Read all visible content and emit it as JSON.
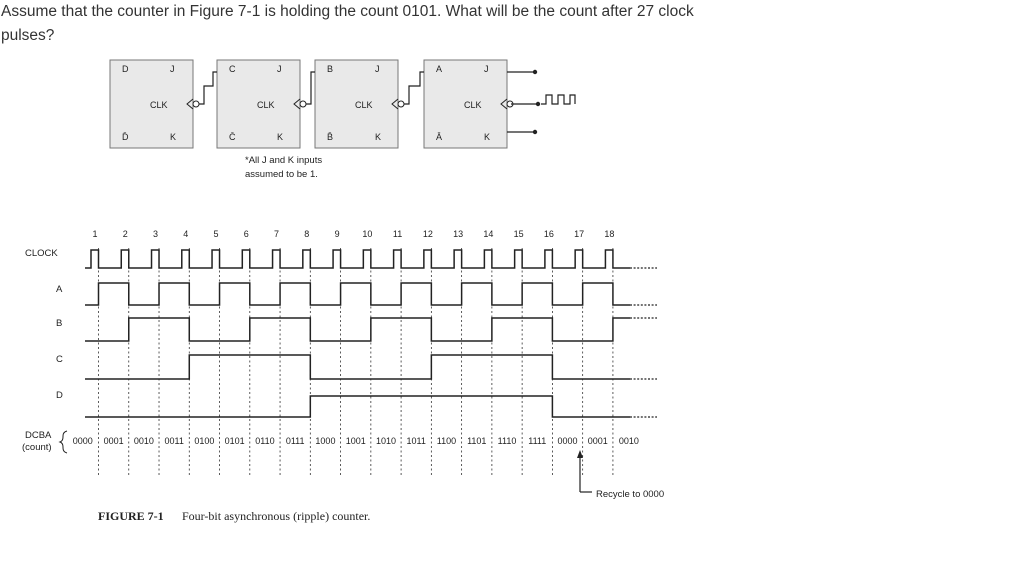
{
  "question": "Assume that the counter in Figure 7-1 is holding the count 0101. What will be the count after 27 clock pulses?",
  "figure": {
    "flipflops": [
      {
        "q": "D",
        "qbar": "D̄",
        "j": "J",
        "k": "K",
        "clk": "CLK"
      },
      {
        "q": "C",
        "qbar": "C̄",
        "j": "J",
        "k": "K",
        "clk": "CLK"
      },
      {
        "q": "B",
        "qbar": "B̄",
        "j": "J",
        "k": "K",
        "clk": "CLK"
      },
      {
        "q": "A",
        "qbar": "Ā",
        "j": "J",
        "k": "K",
        "clk": "CLK"
      }
    ],
    "note_line1": "*All J and K inputs",
    "note_line2": "assumed to be 1.",
    "signal_labels": [
      "CLOCK",
      "A",
      "B",
      "C",
      "D"
    ],
    "pulse_numbers": [
      "1",
      "2",
      "3",
      "4",
      "5",
      "6",
      "7",
      "8",
      "9",
      "10",
      "11",
      "12",
      "13",
      "14",
      "15",
      "16",
      "17",
      "18"
    ],
    "dcba_label": "DCBA",
    "count_label": "(count)",
    "counts": [
      "0000",
      "0001",
      "0010",
      "0011",
      "0100",
      "0101",
      "0110",
      "0111",
      "1000",
      "1001",
      "1010",
      "1011",
      "1100",
      "1101",
      "1110",
      "1111",
      "0000",
      "0001",
      "0010"
    ],
    "recycle_label": "Recycle to 0000",
    "caption_num": "FIGURE 7-1",
    "caption_text": "Four-bit asynchronous (ripple) counter."
  }
}
